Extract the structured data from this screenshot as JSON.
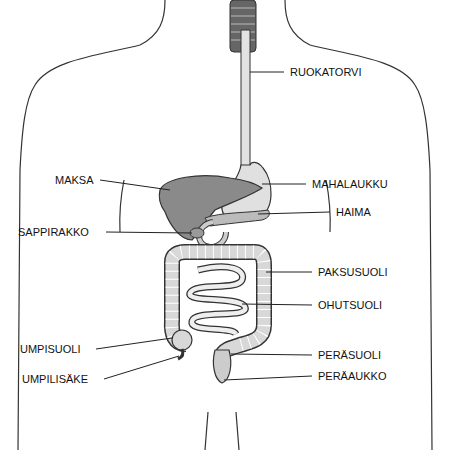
{
  "diagram": {
    "labels": [
      "RUOKATORVI",
      "MAKSA",
      "MAHALAUKKU",
      "HAIMA",
      "SAPPIRAKKO",
      "PAKSUSUOLI",
      "OHUTSUOLI",
      "UMPISUOLI",
      "PERÄSUOLI",
      "UMPILISÄKE",
      "PERÄAUKKO"
    ]
  }
}
